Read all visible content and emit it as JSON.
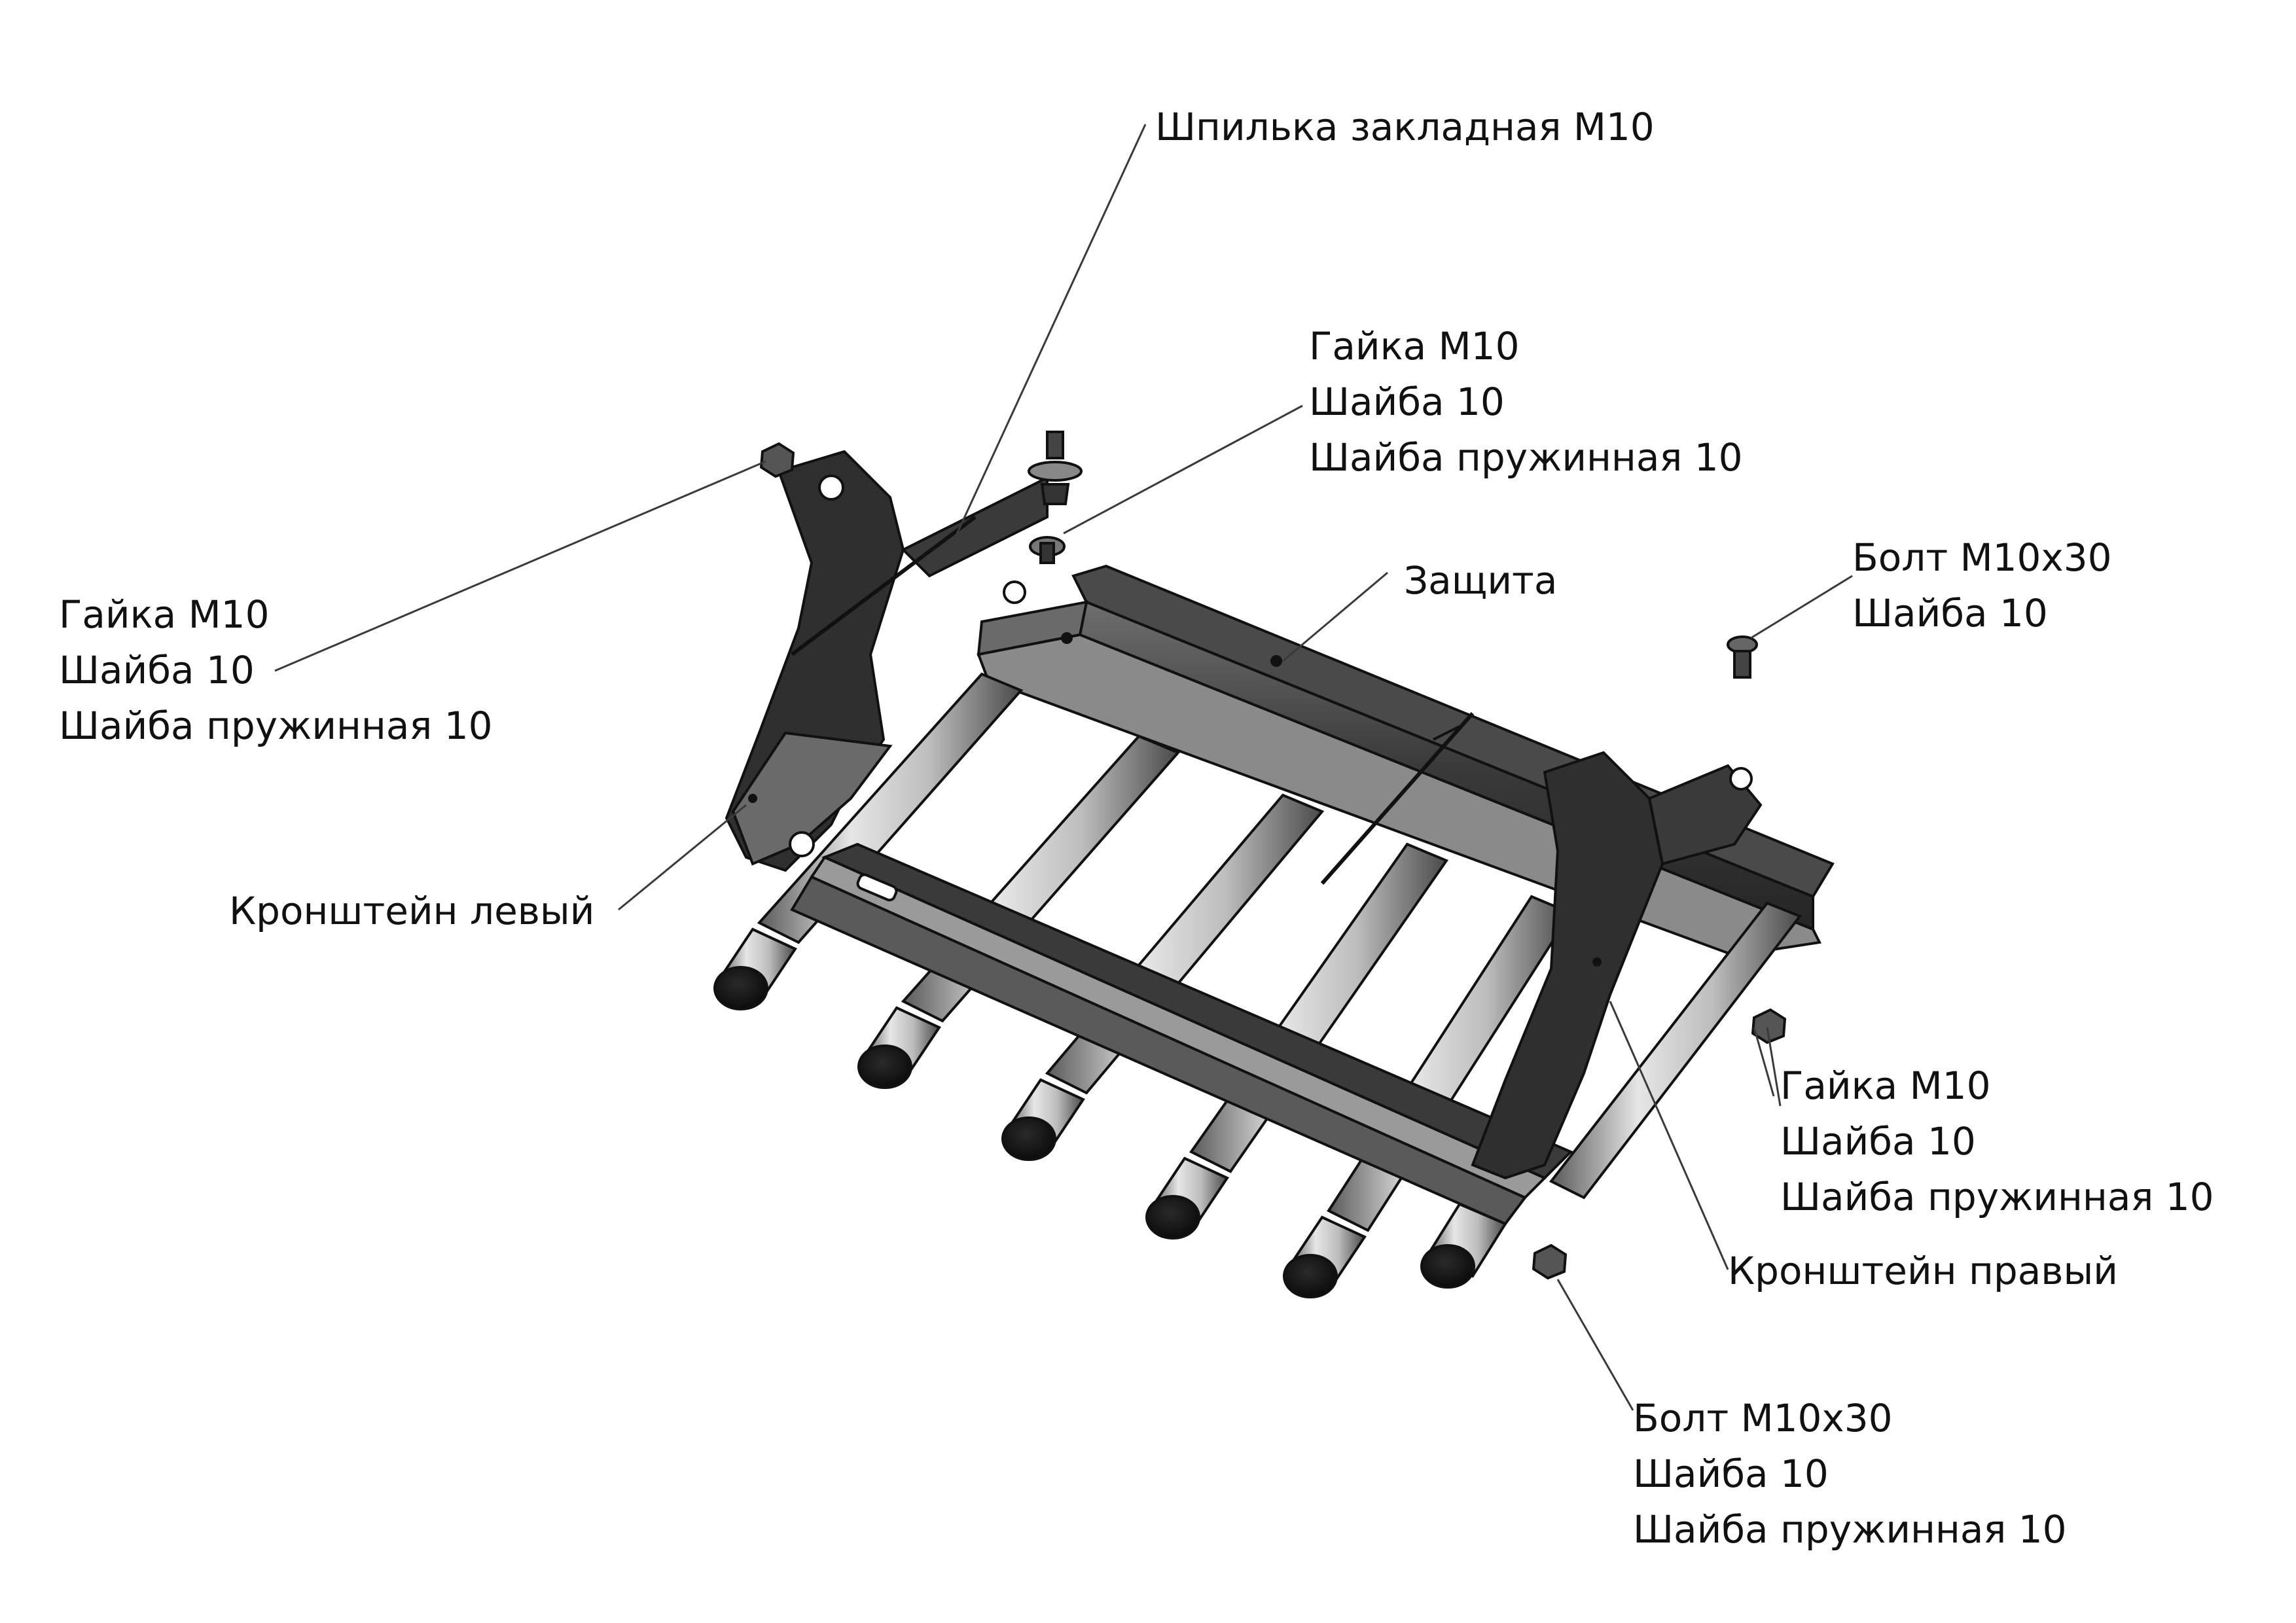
{
  "labels": {
    "stud": {
      "lines": [
        "Шпилька закладная М10"
      ]
    },
    "fastener_top_center": {
      "lines": [
        "Гайка М10",
        "Шайба 10",
        "Шайба пружинная 10"
      ]
    },
    "fastener_left": {
      "lines": [
        "Гайка М10",
        "Шайба 10",
        "Шайба пружинная 10"
      ]
    },
    "guard": {
      "lines": [
        "Защита"
      ]
    },
    "bolt_top_right": {
      "lines": [
        "Болт М10х30",
        "Шайба 10"
      ]
    },
    "bracket_left": {
      "lines": [
        "Кронштейн левый"
      ]
    },
    "fastener_right": {
      "lines": [
        "Гайка М10",
        "Шайба 10",
        "Шайба пружинная 10"
      ]
    },
    "bracket_right": {
      "lines": [
        "Кронштейн правый"
      ]
    },
    "bolt_bottom": {
      "lines": [
        "Болт М10х30",
        "Шайба 10",
        "Шайба пружинная 10"
      ]
    }
  },
  "colors": {
    "ink": "#111111",
    "steel_dark": "#2e2e2e",
    "steel_mid": "#6b6b6b",
    "tube_light": "#cfcfcf",
    "leader": "#3a3a3a"
  }
}
